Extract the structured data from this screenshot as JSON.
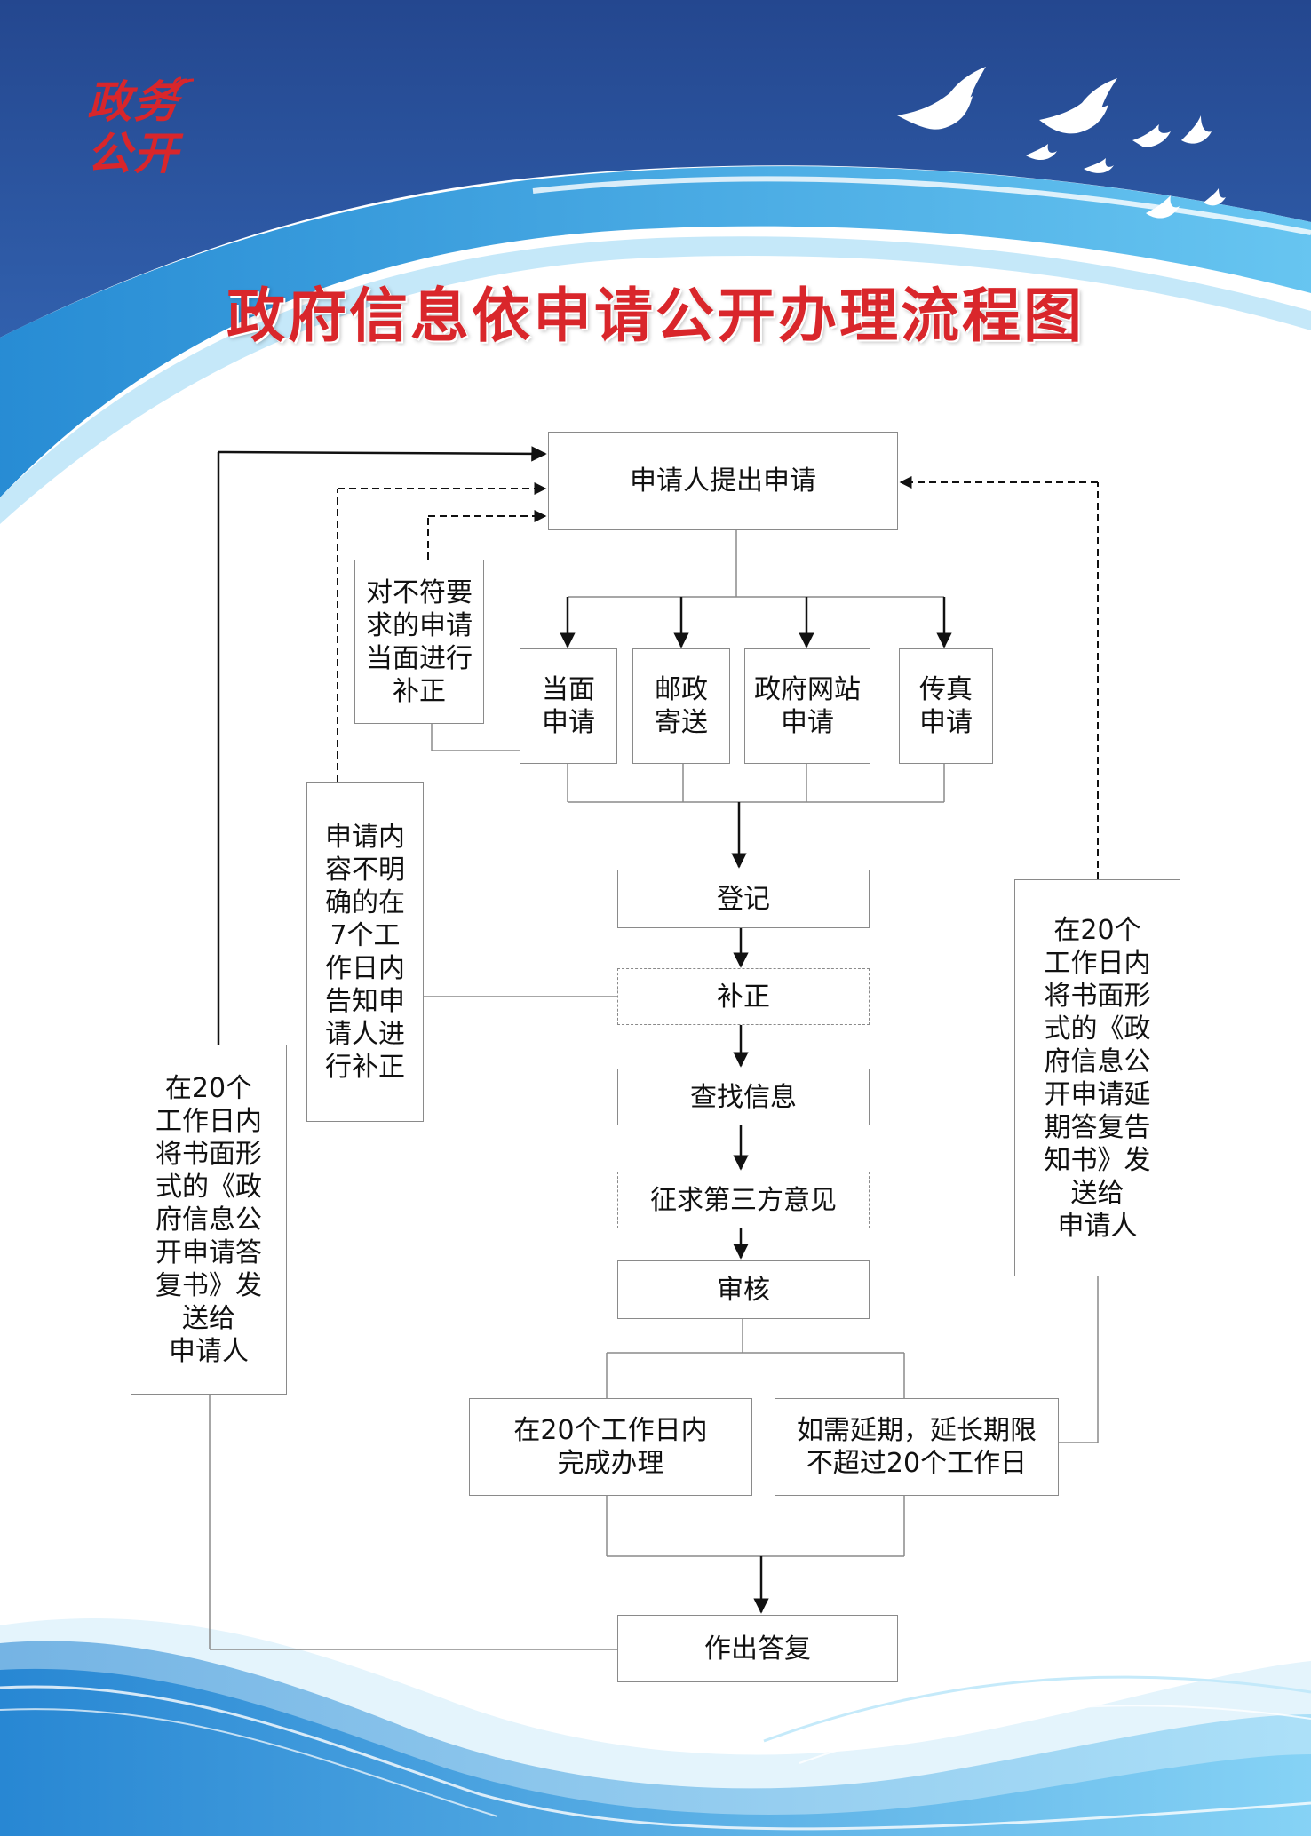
{
  "logo": {
    "line1": "政务",
    "line2": "公开",
    "icon": "wifi-signal-icon",
    "color": "#d8262b"
  },
  "title": "政府信息依申请公开办理流程图",
  "colors": {
    "title": "#d9262b",
    "header_blue": "#2a4f9a",
    "wave_light": "#38a6e0",
    "arrow": "#111111"
  },
  "decor": {
    "birds": "dove-icon",
    "waves": "blue-wave-decoration"
  },
  "flowchart": {
    "apply": "申请人提出申请",
    "channels": {
      "in_person": [
        "当面",
        "申请"
      ],
      "mail": [
        "邮政",
        "寄送"
      ],
      "website": [
        "政府网站",
        "申请"
      ],
      "fax": [
        "传真",
        "申请"
      ]
    },
    "side_correct_onsite": [
      "对不符要",
      "求的申请",
      "当面进行",
      "补正"
    ],
    "side_unclear": [
      "申请内",
      "容不明",
      "确的在",
      "7个工",
      "作日内",
      "告知申",
      "请人进",
      "行补正"
    ],
    "register": "登记",
    "correction": "补正",
    "search": "查找信息",
    "third_party": "征求第三方意见",
    "review": "审核",
    "complete": [
      "在20个工作日内",
      "完成办理"
    ],
    "extend": [
      "如需延期，延长期限",
      "不超过20个工作日"
    ],
    "reply": "作出答复",
    "left_notice": [
      "在20个",
      "工作日内",
      "将书面形",
      "式的《政",
      "府信息公",
      "开申请答",
      "复书》发",
      "送给",
      "申请人"
    ],
    "right_notice": [
      "在20个",
      "工作日内",
      "将书面形",
      "式的《政",
      "府信息公",
      "开申请延",
      "期答复告",
      "知书》发",
      "送给",
      "申请人"
    ]
  }
}
